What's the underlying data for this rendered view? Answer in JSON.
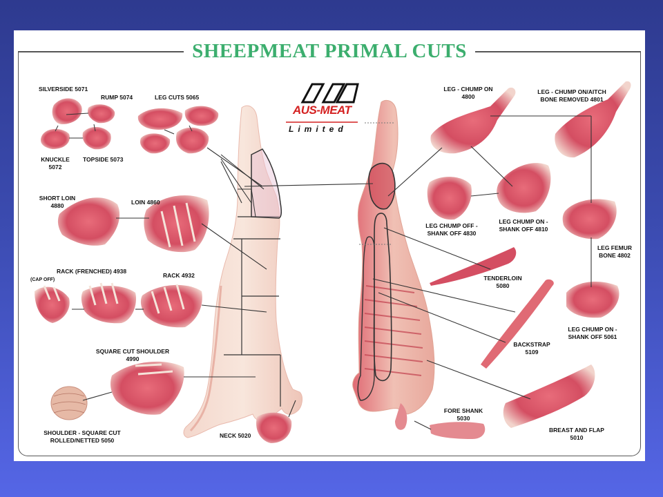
{
  "title": "SHEEPMEAT PRIMAL CUTS",
  "logo": {
    "brand": "AUS-MEAT",
    "tagline": "Limited",
    "icon": "ausmeat-logo"
  },
  "colors": {
    "background": "#3b4bb0",
    "panel": "#ffffff",
    "title": "#3cae6e",
    "meat": "#d9586a",
    "fat": "#f3dcd2",
    "logo_red": "#d42020"
  },
  "cuts": {
    "silverside": "SILVERSIDE 5071",
    "rump": "RUMP 5074",
    "knuckle_1": "KNUCKLE",
    "knuckle_2": "5072",
    "topside": "TOPSIDE 5073",
    "leg_cuts": "LEG CUTS 5065",
    "short_loin_1": "SHORT LOIN",
    "short_loin_2": "4880",
    "loin": "LOIN 4860",
    "rack_frenched": "RACK (FRENCHED) 4938",
    "cap_off": "(CAP OFF)",
    "rack": "RACK 4932",
    "square_cut_shoulder_1": "SQUARE CUT SHOULDER",
    "square_cut_shoulder_2": "4990",
    "shoulder_rolled_1": "SHOULDER - SQUARE CUT",
    "shoulder_rolled_2": "ROLLED/NETTED 5050",
    "neck": "NECK 5020",
    "leg_chump_on_1": "LEG - CHUMP ON",
    "leg_chump_on_2": "4800",
    "leg_aitch_1": "LEG - CHUMP ON/AITCH",
    "leg_aitch_2": "BONE REMOVED 4801",
    "leg_chump_off_1": "LEG CHUMP OFF -",
    "leg_chump_off_2": "SHANK OFF 4830",
    "leg_chump_on_shank_off_1": "LEG CHUMP ON -",
    "leg_chump_on_shank_off_2": "SHANK OFF 4810",
    "leg_femur_1": "LEG FEMUR",
    "leg_femur_2": "BONE 4802",
    "tenderloin_1": "TENDERLOIN",
    "tenderloin_2": "5080",
    "leg_chump_on_5061_1": "LEG CHUMP ON -",
    "leg_chump_on_5061_2": "SHANK OFF 5061",
    "backstrap_1": "BACKSTRAP",
    "backstrap_2": "5109",
    "fore_shank_1": "FORE SHANK",
    "fore_shank_2": "5030",
    "breast_flap_1": "BREAST AND FLAP",
    "breast_flap_2": "5010"
  }
}
